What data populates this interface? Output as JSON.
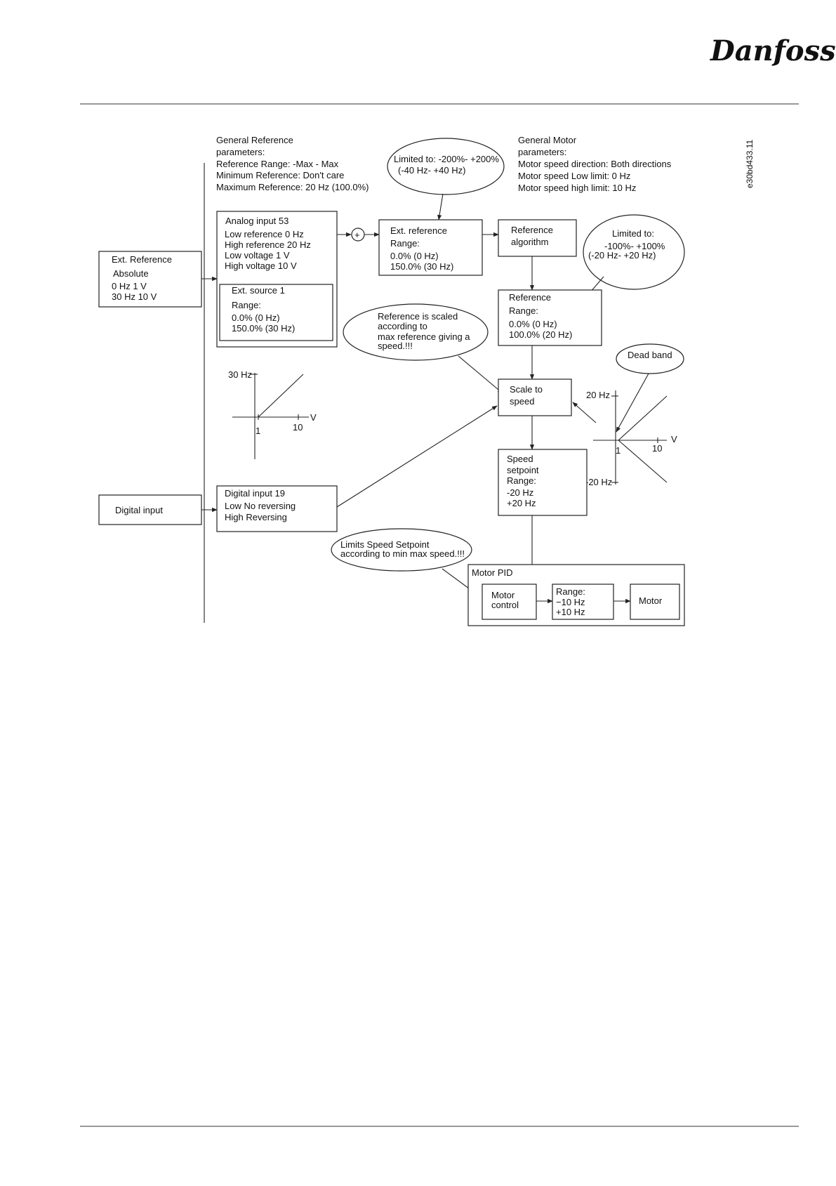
{
  "brand": {
    "logo_text": "Danfoss"
  },
  "figure_code": "e30bd433.11",
  "general_reference": {
    "lines": [
      "General Reference",
      "parameters:",
      "Reference Range: -Max - Max",
      "Minimum Reference: Don't care",
      "Maximum Reference: 20 Hz (100.0%)"
    ]
  },
  "general_motor": {
    "lines": [
      "General Motor",
      "parameters:",
      "Motor speed direction: Both directions",
      "Motor speed Low limit: 0 Hz",
      "Motor speed high limit: 10 Hz"
    ]
  },
  "ext_reference_absolute": {
    "lines": [
      "Ext. Reference",
      "Absolute",
      "0 Hz 1 V",
      "30 Hz 10 V"
    ]
  },
  "digital_input_box": {
    "label": "Digital input"
  },
  "analog_input": {
    "lines": [
      "Analog input 53",
      "Low reference 0 Hz",
      "High reference 20 Hz",
      "Low voltage 1 V",
      "High voltage 10 V"
    ]
  },
  "ext_source": {
    "lines": [
      "Ext. source 1",
      "Range:",
      "0.0% (0 Hz)",
      "150.0% (30 Hz)"
    ]
  },
  "sum_symbol": "+",
  "ext_reference_range": {
    "lines": [
      "Ext. reference",
      "Range:",
      "0.0% (0 Hz)",
      "150.0% (30 Hz)"
    ]
  },
  "limited_200": {
    "lines": [
      "Limited to: -200%- +200%",
      "(-40 Hz- +40 Hz)"
    ]
  },
  "reference_algorithm": {
    "lines": [
      "Reference",
      "algorithm"
    ]
  },
  "limited_100": {
    "lines": [
      "Limited to:",
      "-100%- +100%",
      "(-20 Hz- +20 Hz)"
    ]
  },
  "reference_range": {
    "lines": [
      "Reference",
      "Range:",
      "0.0% (0 Hz)",
      "100.0% (20 Hz)"
    ]
  },
  "scaled_note": {
    "lines": [
      "Reference is scaled",
      "according to",
      "max reference giving a",
      "speed.!!!"
    ]
  },
  "scale_to_speed": {
    "lines": [
      "Scale to",
      "speed"
    ]
  },
  "dead_band": {
    "label": "Dead band"
  },
  "graph_left": {
    "y_label": "30 Hz",
    "x_label": "V",
    "tick_1": "1",
    "tick_10": "10"
  },
  "graph_right": {
    "y_top": "20 Hz",
    "y_bottom": "-20 Hz",
    "x_label": "V",
    "tick_1": "1",
    "tick_10": "10"
  },
  "speed_setpoint": {
    "lines": [
      "Speed",
      "setpoint",
      "Range:",
      "-20 Hz",
      "+20 Hz"
    ]
  },
  "digital_input_19": {
    "lines": [
      "Digital input 19",
      "Low   No reversing",
      "High  Reversing"
    ]
  },
  "limits_note": {
    "lines": [
      "Limits Speed Setpoint",
      "according to min max speed.!!!"
    ]
  },
  "motor_pid": {
    "label": "Motor PID"
  },
  "motor_control": {
    "lines": [
      "Motor",
      "control"
    ]
  },
  "pid_range": {
    "lines": [
      "Range:",
      "−10 Hz",
      "+10 Hz"
    ]
  },
  "motor": {
    "label": "Motor"
  }
}
